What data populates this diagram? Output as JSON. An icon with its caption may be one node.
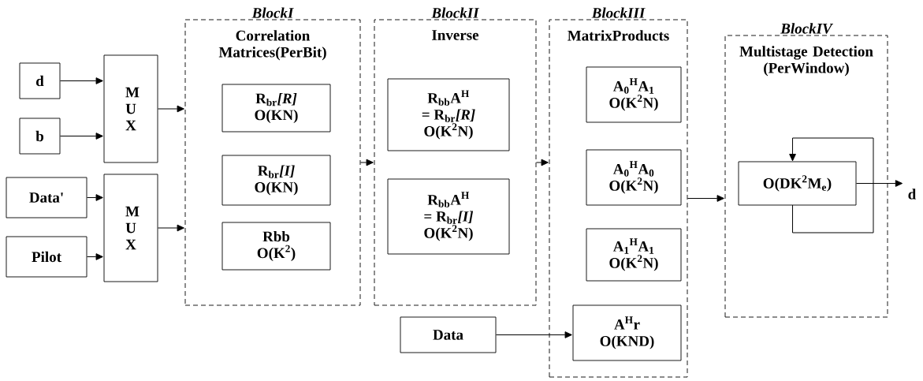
{
  "diagram": {
    "nodes": [
      {
        "text": [
          "d"
        ]
      },
      {
        "text": [
          "b"
        ]
      },
      {
        "text": [
          "Data'"
        ]
      },
      {
        "text": [
          "Pilot"
        ]
      },
      {
        "text": [
          "M U X"
        ]
      },
      {
        "text": [
          "M U X"
        ]
      },
      {
        "text": [
          "BlockI",
          "Correlation Matrices(PerBit)"
        ]
      },
      {
        "text": [
          "R$_{br}$*[R]*",
          "O(KN)"
        ],
        "in": 6
      },
      {
        "text": [
          "R$_{br}$*[I]*",
          "O(KN)"
        ],
        "in": 6
      },
      {
        "text": [
          "Rbb",
          "O(K$^{2}$)"
        ],
        "in": 6
      },
      {
        "text": [
          "BlockII",
          "Inverse"
        ]
      },
      {
        "text": [
          "R$_{bb}$A$^{H}$",
          "= R$_{br}$*[R]*",
          "O(K$^{2}$N)"
        ],
        "in": 10
      },
      {
        "text": [
          "R$_{bb}$A$^{H}$",
          "= R$_{br}$*[I]*",
          "O(K$^{2}$N)"
        ],
        "in": 10
      },
      {
        "text": [
          "BlockIII",
          "MatrixProducts"
        ]
      },
      {
        "text": [
          "A$_{0}$$^{H}$A$_{1}$",
          "O(K$^{2}$N)"
        ],
        "in": 13
      },
      {
        "text": [
          "A$_{0}$$^{H}$A$_{0}$",
          "O(K$^{2}$N)"
        ],
        "in": 13
      },
      {
        "text": [
          "A$_{1}$$^{H}$A$_{1}$",
          "O(K$^{2}$N)"
        ],
        "in": 13
      },
      {
        "text": [
          "A$^{H}$r",
          "O(KND)"
        ],
        "in": 13
      },
      {
        "text": [
          "Data"
        ]
      },
      {
        "text": [
          "BlockIV",
          "Multistage Detection (PerWindow)"
        ]
      },
      {
        "text": [
          "O(DK$^{2}$M$_{e}$)"
        ],
        "in": 19
      },
      {
        "text": [
          "d"
        ]
      }
    ],
    "edges": [
      {
        "from": 0,
        "to": 4,
        "arrow": "to"
      },
      {
        "from": 1,
        "to": 4,
        "arrow": "to"
      },
      {
        "from": 2,
        "to": 5,
        "arrow": "to"
      },
      {
        "from": 3,
        "to": 5,
        "arrow": "to"
      },
      {
        "from": 4,
        "to": 6,
        "arrow": "to"
      },
      {
        "from": 5,
        "to": 6,
        "arrow": "to"
      },
      {
        "from": 6,
        "to": 10,
        "arrow": "to"
      },
      {
        "from": 10,
        "to": 13,
        "arrow": "to"
      },
      {
        "from": 13,
        "to": 19,
        "arrow": "to"
      },
      {
        "from": 18,
        "to": 17,
        "arrow": "to"
      },
      {
        "from": 20,
        "to": 21,
        "arrow": "to"
      },
      {
        "from": 20,
        "to": 20,
        "arrow": "to"
      }
    ]
  }
}
